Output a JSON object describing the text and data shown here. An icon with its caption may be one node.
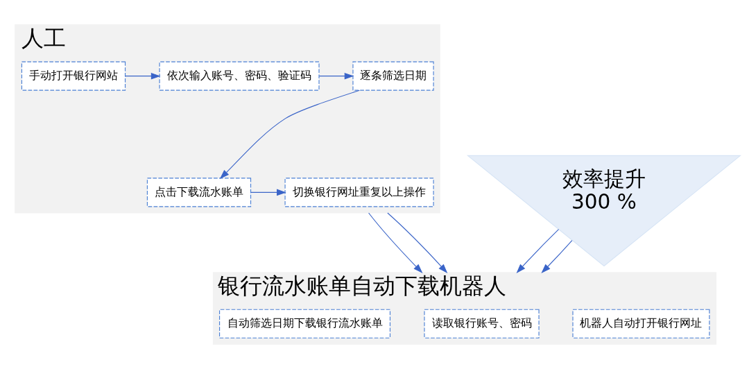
{
  "diagram": {
    "nodes": [
      {
        "text": [
          "人工"
        ]
      },
      {
        "text": [
          "手动打开银行网站"
        ],
        "in": 0
      },
      {
        "text": [
          "依次输入账号、密码、验证码"
        ],
        "in": 0
      },
      {
        "text": [
          "逐条筛选日期"
        ],
        "in": 0
      },
      {
        "text": [
          "点击下载流水账单"
        ],
        "in": 0
      },
      {
        "text": [
          "切换银行网址重复以上操作"
        ],
        "in": 0
      },
      {
        "text": [
          "效率提升",
          "300 %"
        ]
      },
      {
        "text": [
          "银行流水账单自动下载机器人"
        ]
      },
      {
        "text": [
          "机器人自动打开银行网址"
        ],
        "in": 7
      },
      {
        "text": [
          "读取银行账号、密码"
        ],
        "in": 7
      },
      {
        "text": [
          "自动筛选日期下载银行流水账单"
        ],
        "in": 7
      }
    ],
    "edges": [
      {
        "from": 1,
        "to": 2,
        "arrow": "to"
      },
      {
        "from": 2,
        "to": 3,
        "arrow": "to"
      },
      {
        "from": 3,
        "to": 4,
        "arrow": "to"
      },
      {
        "from": 4,
        "to": 5,
        "arrow": "to"
      },
      {
        "from": 0,
        "to": 7,
        "arrow": "to"
      },
      {
        "from": 6,
        "to": 7,
        "arrow": "to"
      },
      {
        "from": 6,
        "to": 7,
        "arrow": "to"
      },
      {
        "from": 0,
        "to": 7,
        "arrow": "to"
      }
    ]
  }
}
